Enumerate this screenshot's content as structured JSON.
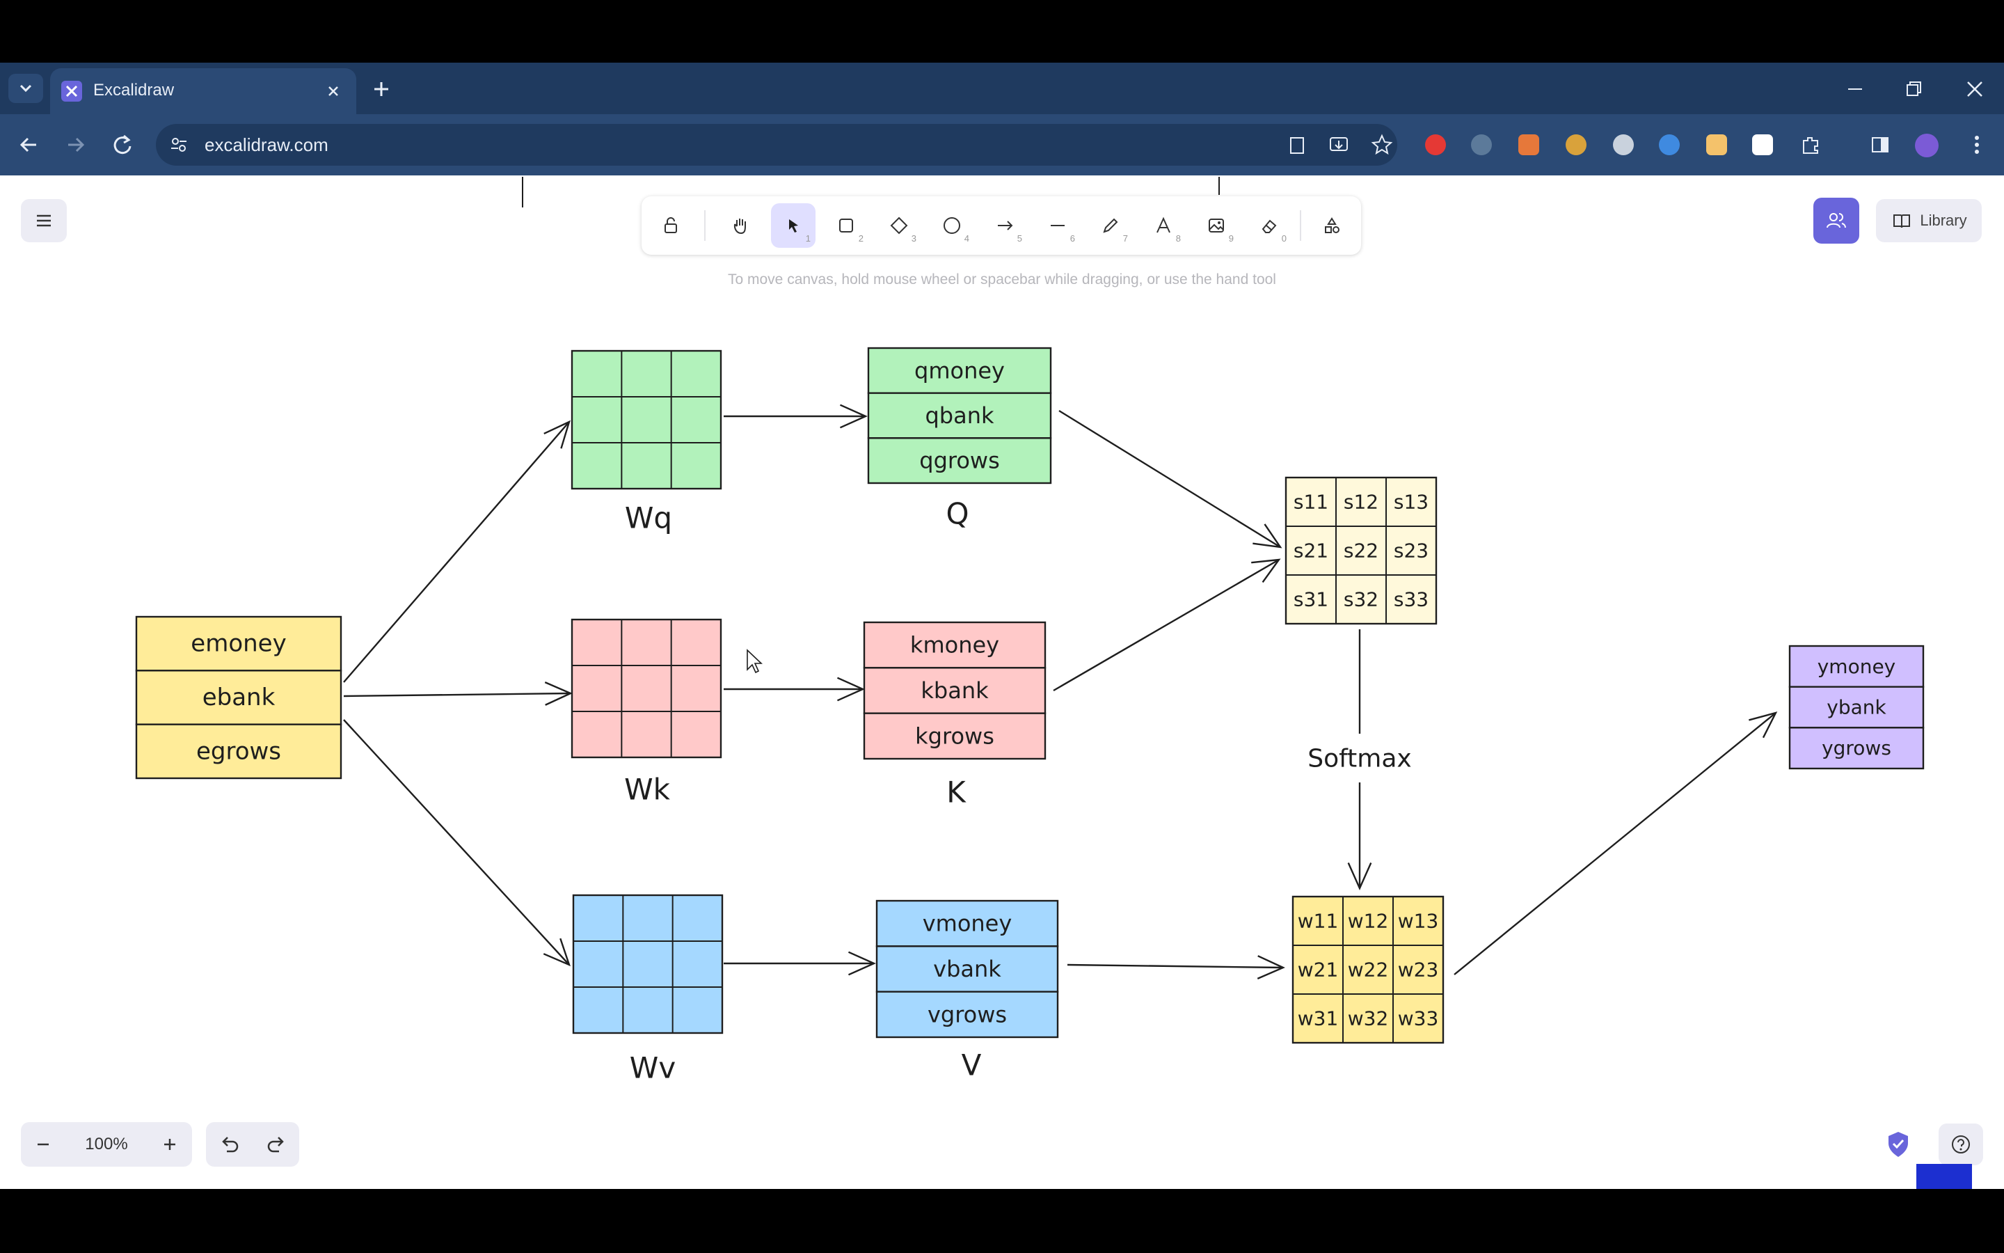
{
  "browser": {
    "tab_title": "Excalidraw",
    "url": "excalidraw.com"
  },
  "excalidraw": {
    "tools": [
      {
        "name": "lock",
        "num": ""
      },
      {
        "name": "hand",
        "num": ""
      },
      {
        "name": "selection",
        "num": "1"
      },
      {
        "name": "rectangle",
        "num": "2"
      },
      {
        "name": "diamond",
        "num": "3"
      },
      {
        "name": "ellipse",
        "num": "4"
      },
      {
        "name": "arrow",
        "num": "5"
      },
      {
        "name": "line",
        "num": "6"
      },
      {
        "name": "draw",
        "num": "7"
      },
      {
        "name": "text",
        "num": "8"
      },
      {
        "name": "image",
        "num": "9"
      },
      {
        "name": "eraser",
        "num": "0"
      },
      {
        "name": "extra-tools",
        "num": ""
      }
    ],
    "hint": "To move canvas, hold mouse wheel or spacebar while dragging, or use the hand tool",
    "library_label": "Library",
    "zoom": "100%"
  },
  "colors": {
    "green": "#b2f2bb",
    "red": "#ffc9c9",
    "blue": "#a5d8ff",
    "yellow": "#ffec99",
    "cream": "#fff9db",
    "purple": "#d0bfff",
    "accent": "#6965db"
  },
  "diagram": {
    "input": [
      "emoney",
      "ebank",
      "egrows"
    ],
    "weights": [
      "Wq",
      "Wk",
      "Wv"
    ],
    "q": [
      "qmoney",
      "qbank",
      "qgrows"
    ],
    "q_label": "Q",
    "k": [
      "kmoney",
      "kbank",
      "kgrows"
    ],
    "k_label": "K",
    "v": [
      "vmoney",
      "vbank",
      "vgrows"
    ],
    "v_label": "V",
    "scores": [
      "s11",
      "s12",
      "s13",
      "s21",
      "s22",
      "s23",
      "s31",
      "s32",
      "s33"
    ],
    "softmax": "Softmax",
    "weights_matrix": [
      "w11",
      "w12",
      "w13",
      "w21",
      "w22",
      "w23",
      "w31",
      "w32",
      "w33"
    ],
    "output": [
      "ymoney",
      "ybank",
      "ygrows"
    ]
  }
}
